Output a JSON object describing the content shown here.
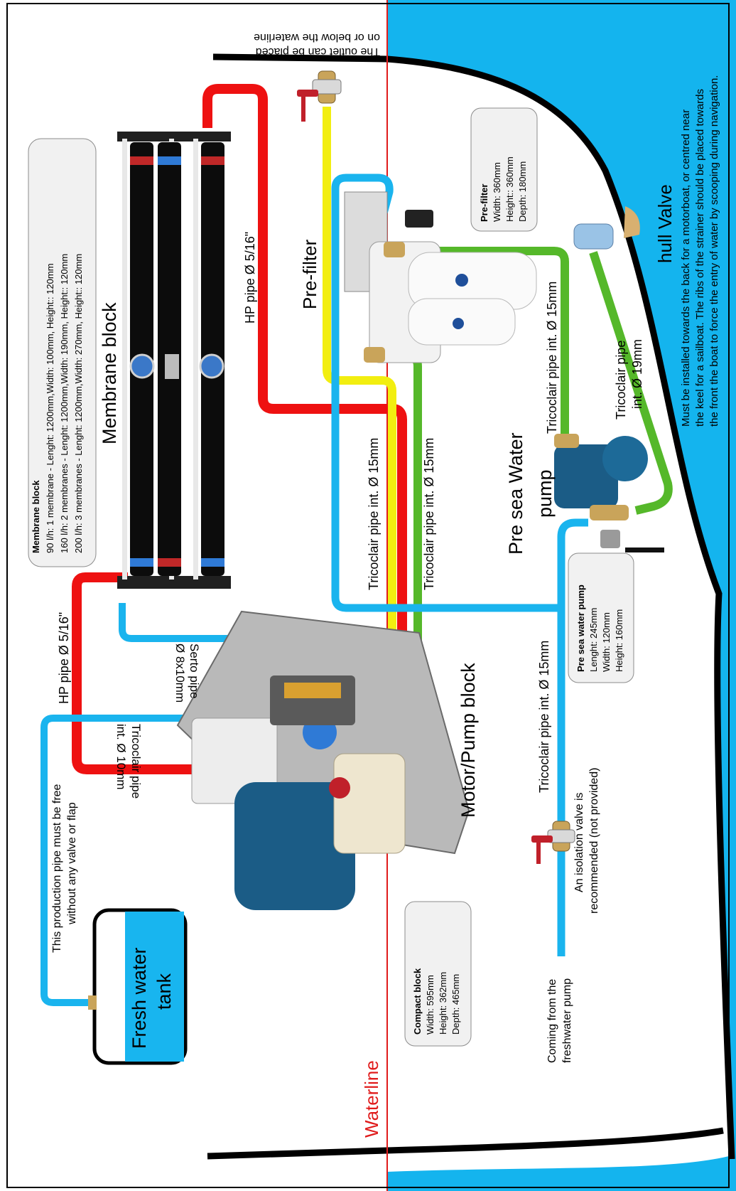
{
  "title": "",
  "colors": {
    "sea": "#14b4ee",
    "hp_pipe": "#ee1111",
    "green_pipe": "#55b82a",
    "blue_pipe": "#1ab4ee",
    "yellow_pipe": "#f2ee10",
    "waterline": "#e01b1b",
    "hull": "#000000",
    "tank_water": "#18b5ef"
  },
  "labels": {
    "outlet_note": [
      "The outlet can be placed",
      "on or below the waterline"
    ],
    "membrane_block_title": "Membrane block",
    "hp_pipe_top": "HP pipe Ø 5/16\"",
    "hp_pipe_bottom": "HP pipe Ø 5/16\"",
    "prefilter_title": "Pre-filter",
    "hull_valve_title": "hull Valve",
    "hull_valve_note": [
      "Must be installed towards the back for a motorboat, or centred near",
      "the keel for a sailboat. The ribs of the strainer should be placed towards",
      "the front the boat to force the entry of water by scooping during navigation."
    ],
    "tricoclair_19": [
      "Tricoclair pipe",
      "int. Ø 19mm"
    ],
    "tricoclair_15_right": "Tricoclair pipe int. Ø 15mm",
    "tricoclair_15_mid": "Tricoclair pipe int. Ø 15mm",
    "tricoclair_15_left": "Tricoclair pipe int. Ø 15mm",
    "tricoclair_15_sea": "Tricoclair pipe int. Ø 15mm",
    "pump_title": [
      "Pre sea Water",
      "pump"
    ],
    "serto_pipe": [
      "Serto pipe",
      "Ø 8x10mm"
    ],
    "tricoclair_10": [
      "Tricoclair pipe",
      "int. Ø 10mm"
    ],
    "motor_pump_title": "Motor/Pump block",
    "production_note": [
      "This production pipe must be free",
      "without any valve or flap"
    ],
    "fresh_water_tank": [
      "Fresh water",
      "tank"
    ],
    "waterline": "Waterline",
    "isolation_note": [
      "An isolation valve is",
      "recommended (not provided)"
    ],
    "freshwater_origin": [
      "Coming from the",
      "freshwater pump"
    ]
  },
  "info_boxes": {
    "membrane": {
      "title": "Membrane block",
      "lines": [
        "90 l/h: 1 membrane - Lenght: 1200mm,Width: 100mm, Height:: 120mm",
        "160 l/h: 2 membranes - Lenght: 1200mm,Width: 190mm, Height:: 120mm",
        "200 l/h: 3 membranes - Lenght: 1200mm,Width: 270mm, Height:: 120mm"
      ]
    },
    "prefilter": {
      "title": "Pre-filter",
      "lines": [
        "Width: 360mm",
        "Height:: 360mm",
        "Depth: 180mm"
      ]
    },
    "pump": {
      "title": "Pre sea water pump",
      "lines": [
        "Lenght: 245mm",
        "Width: 120mm",
        "Height: 160mm"
      ]
    },
    "compact": {
      "title": "Compact block",
      "lines": [
        "Width: 595mm",
        "Height: 362mm",
        "Depth: 465mm"
      ]
    }
  }
}
